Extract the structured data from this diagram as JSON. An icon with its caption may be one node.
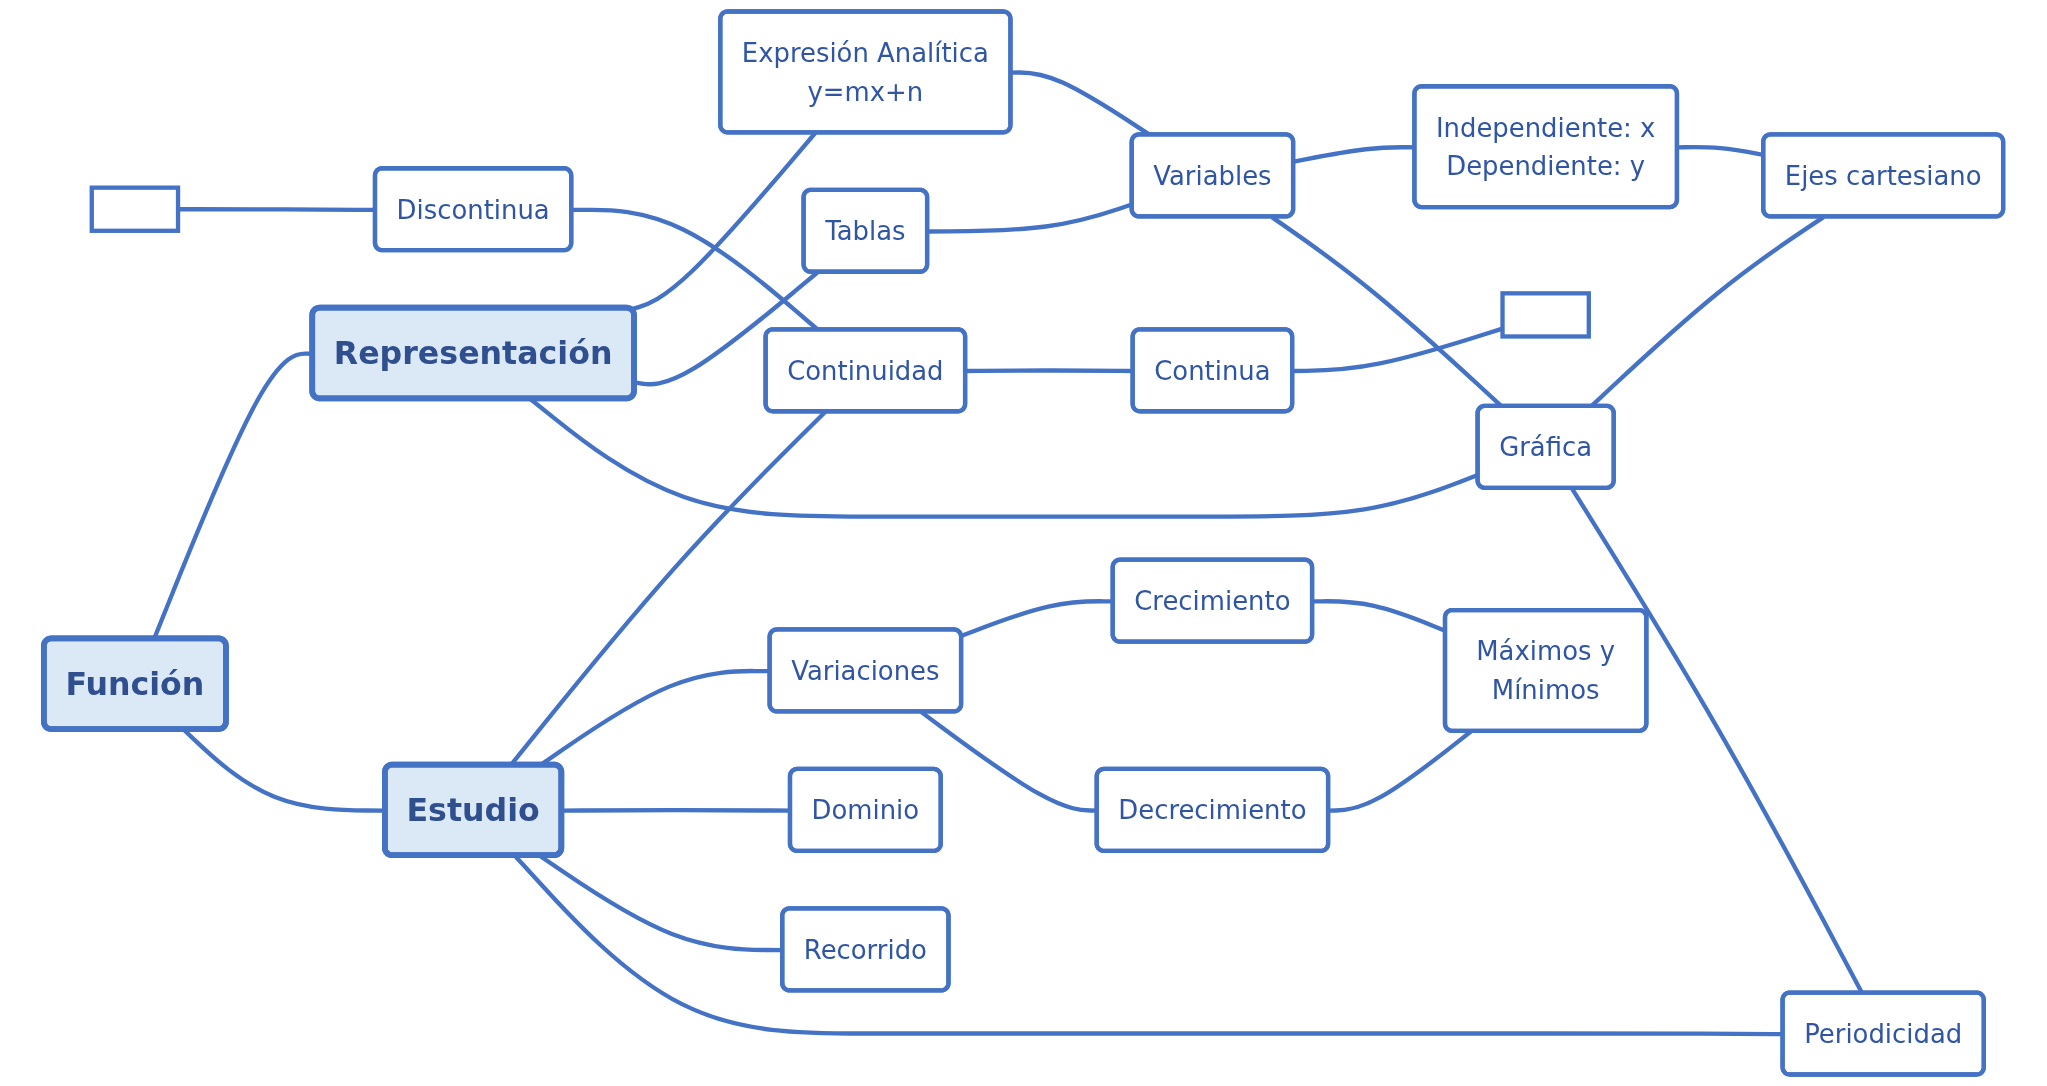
{
  "diagram": {
    "nodes": [
      {
        "text": [
          "Función"
        ]
      },
      {
        "text": [
          "Representación"
        ]
      },
      {
        "text": [
          "Expresión Analítica",
          "y=mx+n"
        ]
      },
      {
        "text": [
          "Variables"
        ]
      },
      {
        "text": [
          "Tablas"
        ]
      },
      {
        "text": [
          "Independiente: x",
          "Dependiente: y"
        ]
      },
      {
        "text": [],
        "shape": "box"
      },
      {
        "text": [
          "Discontinua"
        ]
      },
      {
        "text": [
          "Estudio"
        ]
      },
      {
        "text": [
          "Continuidad"
        ]
      },
      {
        "text": [
          "Continua"
        ]
      },
      {
        "text": [],
        "shape": "box"
      },
      {
        "text": [
          "Variaciones"
        ]
      },
      {
        "text": [
          "Crecimiento"
        ]
      },
      {
        "text": [
          "Gráfica"
        ]
      },
      {
        "text": [
          "Ejes cartesiano"
        ]
      },
      {
        "text": [
          "Máximos y Mínimos"
        ]
      },
      {
        "text": [
          "Dominio"
        ]
      },
      {
        "text": [
          "Decrecimiento"
        ]
      },
      {
        "text": [
          "Recorrido"
        ]
      },
      {
        "text": [
          "Periodicidad"
        ]
      }
    ],
    "edges": [
      {
        "from": 0,
        "to": 1,
        "arrow": "none"
      },
      {
        "from": 0,
        "to": 8,
        "arrow": "none"
      },
      {
        "from": 1,
        "to": 2,
        "arrow": "none"
      },
      {
        "from": 1,
        "to": 4,
        "arrow": "none"
      },
      {
        "from": 1,
        "to": 14,
        "arrow": "none"
      },
      {
        "from": 2,
        "to": 3,
        "arrow": "none"
      },
      {
        "from": 4,
        "to": 3,
        "arrow": "none"
      },
      {
        "from": 3,
        "to": 5,
        "arrow": "none"
      },
      {
        "from": 3,
        "to": 14,
        "arrow": "none"
      },
      {
        "from": 5,
        "to": 15,
        "arrow": "none"
      },
      {
        "from": 14,
        "to": 15,
        "arrow": "none"
      },
      {
        "from": 14,
        "to": 20,
        "arrow": "none"
      },
      {
        "from": 6,
        "to": 7,
        "arrow": "none"
      },
      {
        "from": 7,
        "to": 9,
        "arrow": "none"
      },
      {
        "from": 8,
        "to": 9,
        "arrow": "none"
      },
      {
        "from": 9,
        "to": 10,
        "arrow": "none"
      },
      {
        "from": 10,
        "to": 11,
        "arrow": "none"
      },
      {
        "from": 8,
        "to": 12,
        "arrow": "none"
      },
      {
        "from": 12,
        "to": 13,
        "arrow": "none"
      },
      {
        "from": 12,
        "to": 18,
        "arrow": "none"
      },
      {
        "from": 13,
        "to": 16,
        "arrow": "none"
      },
      {
        "from": 18,
        "to": 16,
        "arrow": "none"
      },
      {
        "from": 8,
        "to": 17,
        "arrow": "none"
      },
      {
        "from": 8,
        "to": 19,
        "arrow": "none"
      },
      {
        "from": 8,
        "to": 20,
        "arrow": "none"
      }
    ]
  }
}
